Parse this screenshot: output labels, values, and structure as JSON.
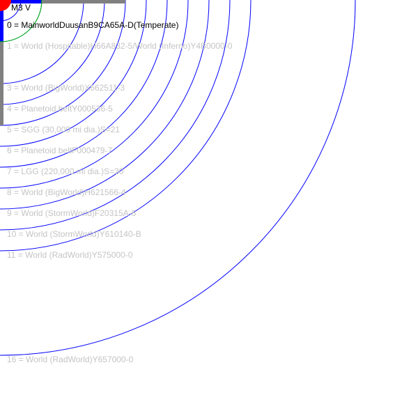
{
  "colors": {
    "orbit": "#0000ff",
    "habitable_zone": "#00c000",
    "star": "#ff0000",
    "frame_gray": "#808080",
    "frame_blue": "#0000ff",
    "label_text": "#c4c4c4",
    "mainworld_text": "#000000"
  },
  "star": {
    "label": "M3 V"
  },
  "orbits": [
    {
      "number": 0,
      "label": "0 = MainworldDuusanB9CA65A-D(Temperate)",
      "primary": true
    },
    {
      "number": 1,
      "label": "1 = World  (Hospitable)H66A832-5/World  (Inferno)Y4B0000-0"
    },
    {
      "number": 3,
      "label": "3 = World  (BigWorld)X662511-3"
    },
    {
      "number": 4,
      "label": "4 = Planetoid beltY000536-5"
    },
    {
      "number": 5,
      "label": "5 = SGG (30,000 mi dia.)S=21"
    },
    {
      "number": 6,
      "label": "6 = Planetoid beltF000479-7"
    },
    {
      "number": 7,
      "label": "7 = LGG (220,000 mi dia.)S=30"
    },
    {
      "number": 8,
      "label": "8 = World  (BigWorld)H621566-4"
    },
    {
      "number": 9,
      "label": "9 = World  (StormWorld)F20315A-6"
    },
    {
      "number": 10,
      "label": "10 = World  (StormWorld)Y610140-B"
    },
    {
      "number": 11,
      "label": "11 = World  (RadWorld)Y575000-0"
    },
    {
      "number": 16,
      "label": "16 = World  (RadWorld)Y657000-0"
    }
  ]
}
